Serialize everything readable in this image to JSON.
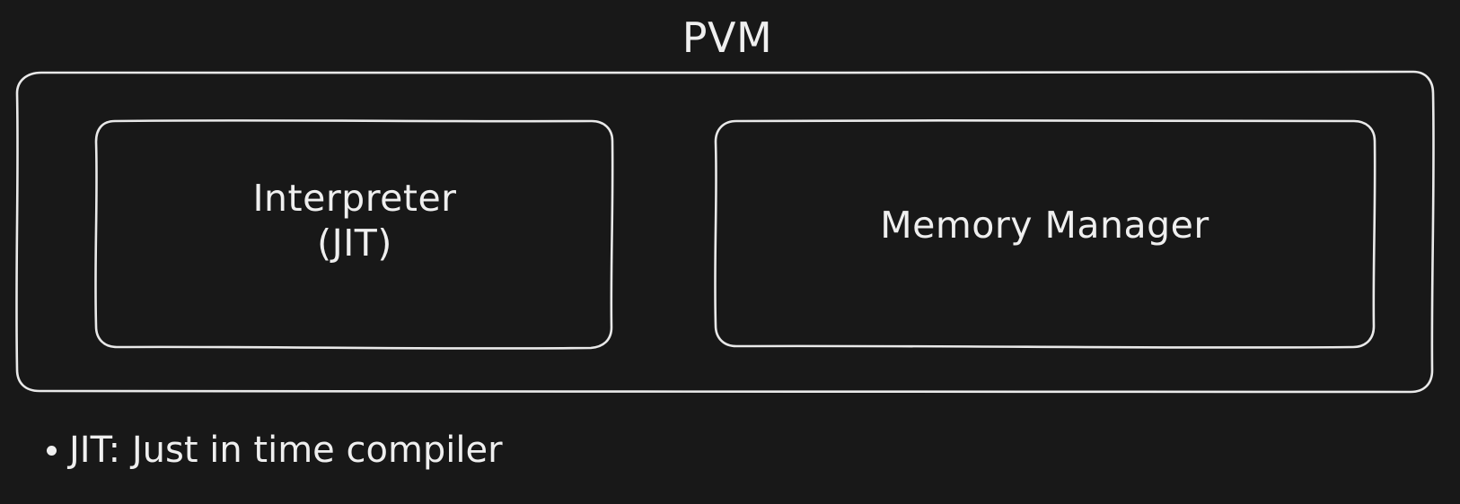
{
  "diagram": {
    "title": "PVM",
    "components": [
      {
        "lines": [
          "Interpreter",
          "(JIT)"
        ]
      },
      {
        "lines": [
          "Memory Manager"
        ]
      }
    ],
    "notes": [
      "JIT: Just in time compiler"
    ]
  },
  "colors": {
    "background": "#181818",
    "stroke": "#e9e9e9",
    "text": "#efefef"
  }
}
